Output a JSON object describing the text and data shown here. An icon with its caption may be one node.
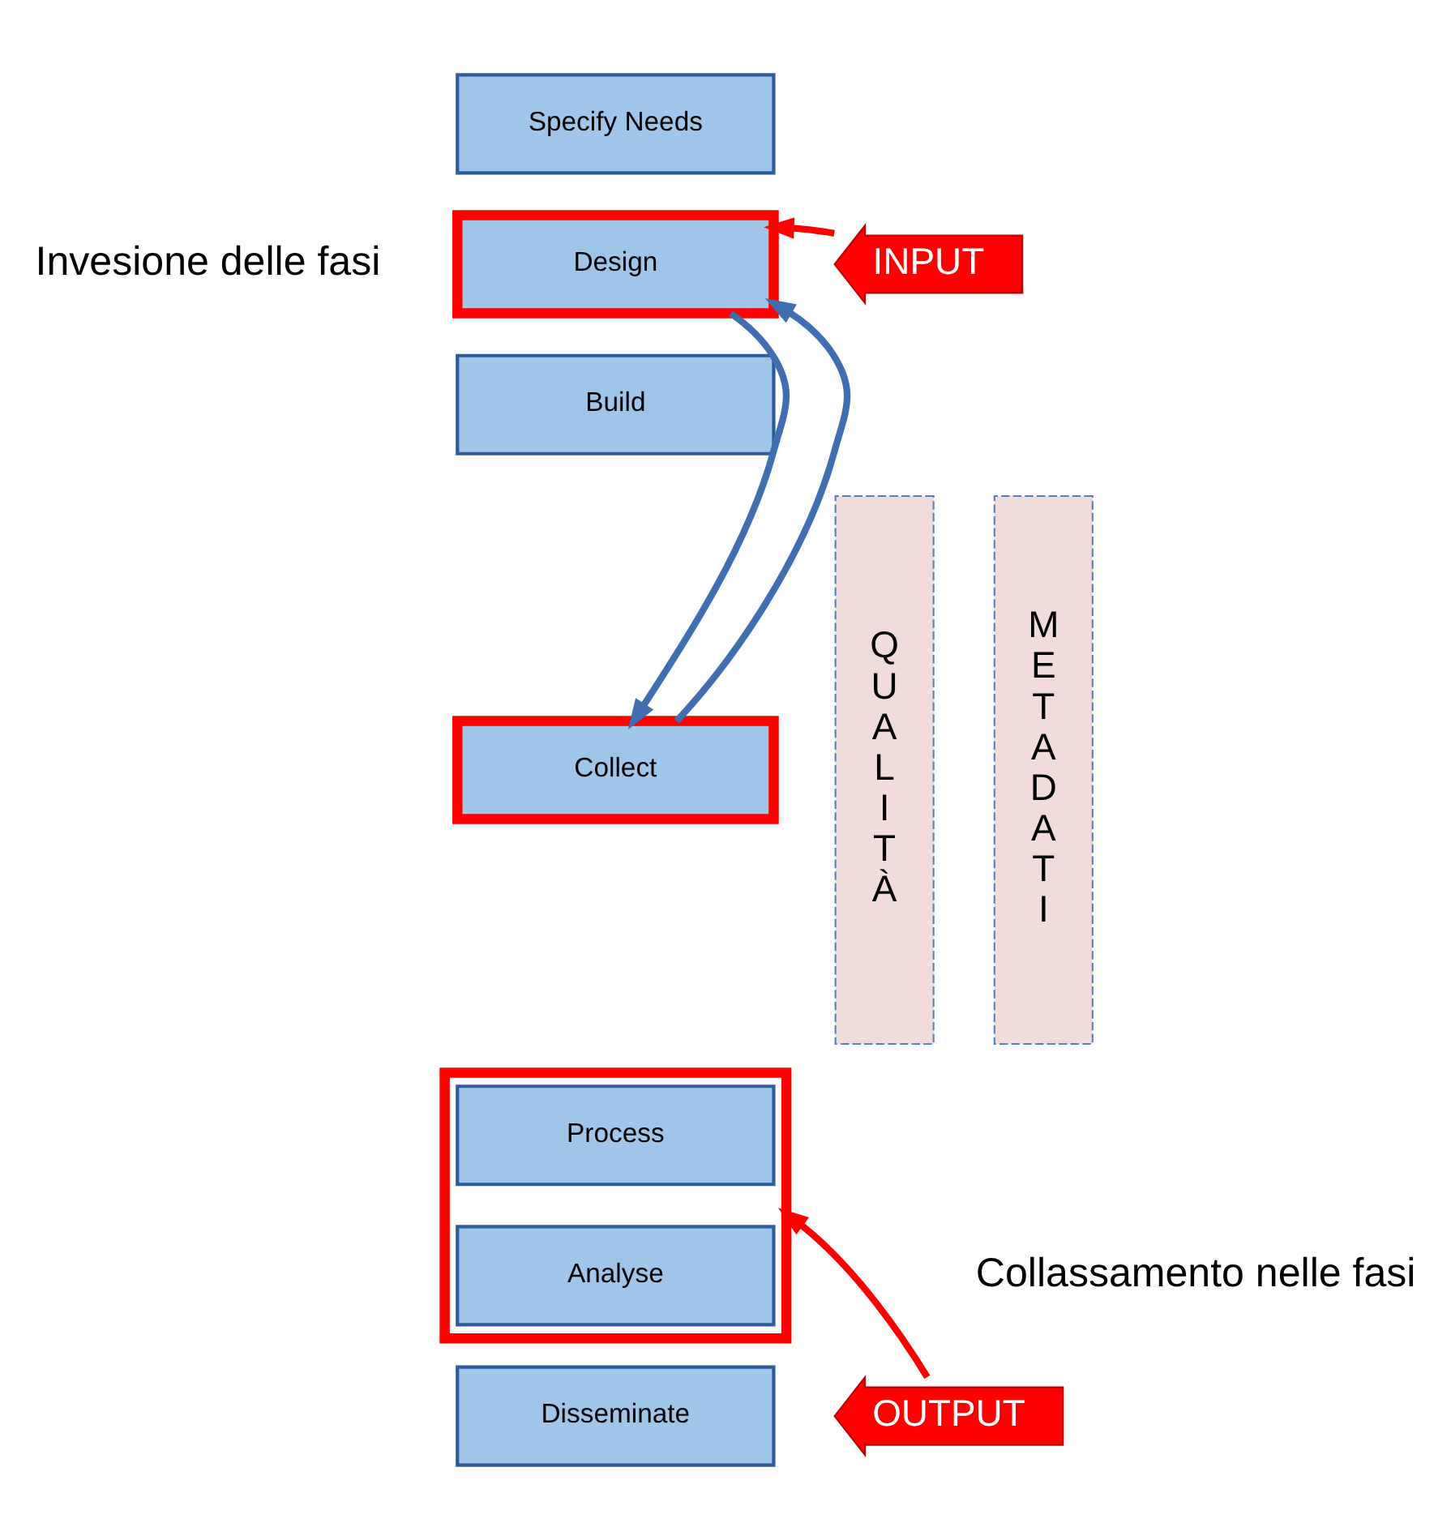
{
  "diagram": {
    "nodes": [
      {
        "text": [
          "Specify Needs"
        ]
      },
      {
        "text": [
          "Design"
        ]
      },
      {
        "text": [
          "Build"
        ]
      },
      {
        "text": [
          "Collect"
        ]
      },
      {
        "text": [],
        "shape": "box"
      },
      {
        "text": [
          "Process"
        ],
        "in": 4
      },
      {
        "text": [
          "Analyse"
        ],
        "in": 4
      },
      {
        "text": [
          "Disseminate"
        ]
      },
      {
        "text": [
          "INPUT"
        ]
      },
      {
        "text": [
          "OUTPUT"
        ]
      },
      {
        "text": [
          "QUALITÀ"
        ]
      },
      {
        "text": [
          "METADATI"
        ]
      }
    ],
    "edges": [
      {
        "from": 1,
        "to": 3,
        "arrow": "to",
        "color": "#3f6fb0"
      },
      {
        "from": 3,
        "to": 1,
        "arrow": "to",
        "color": "#3f6fb0"
      },
      {
        "from": 8,
        "to": 1,
        "arrow": "to",
        "color": "#ff0000"
      },
      {
        "from": 9,
        "to": 4,
        "arrow": "to",
        "color": "#ff0000"
      }
    ],
    "labels": [
      "Invesione delle fasi",
      "Collassamento nelle fasi"
    ]
  }
}
